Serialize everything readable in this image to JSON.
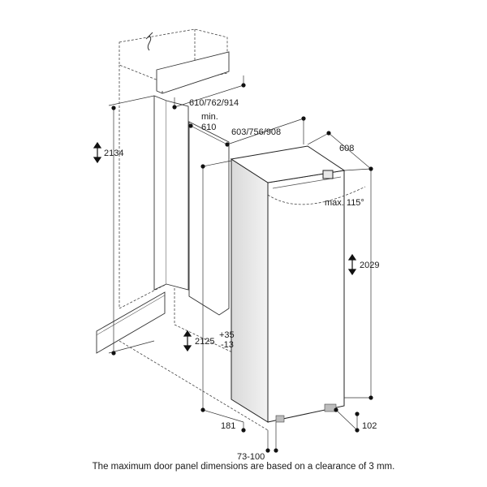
{
  "dimensions": {
    "niche_height": "2134",
    "niche_width_options": "610/762/914",
    "min_label": "min.",
    "min_value": "610",
    "appliance_width_options": "603/756/908",
    "appliance_depth": "608",
    "door_swing": "max. 115°",
    "appliance_height": "2029",
    "installation_height": "2125",
    "installation_height_tol_plus": "+35",
    "installation_height_tol_minus": "-13",
    "base_depth": "181",
    "toe_kick": "73-100",
    "foot_offset": "102"
  },
  "caption": "The maximum door panel dimensions are based on a clearance of 3 mm."
}
